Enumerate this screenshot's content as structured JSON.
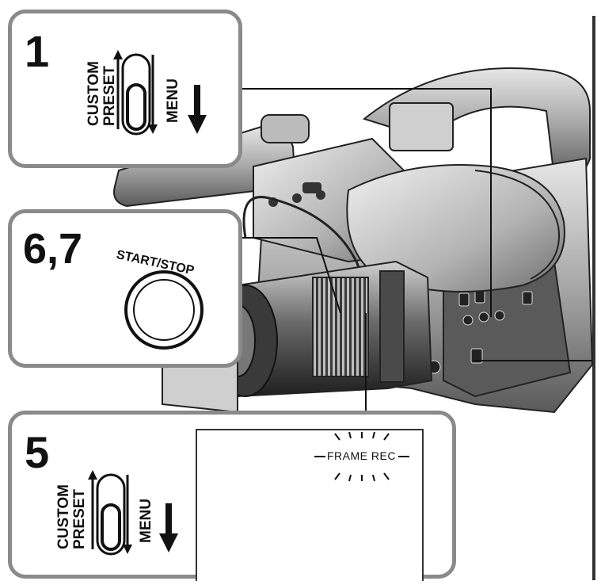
{
  "steps": {
    "step1": {
      "number": "1",
      "switch_label_top": "CUSTOM",
      "switch_label_bottom": "PRESET",
      "switch_label_right": "MENU"
    },
    "step67": {
      "number": "6,7",
      "button_label": "START/STOP"
    },
    "step5": {
      "number": "5",
      "switch_label_top": "CUSTOM",
      "switch_label_bottom": "PRESET",
      "switch_label_right": "MENU",
      "indicator": "FRAME REC"
    }
  },
  "colors": {
    "panel_border": "#8a8a8a",
    "line": "#111111",
    "camera_dark": "#2a2a2a",
    "camera_mid": "#9a9a9a",
    "camera_light": "#d6d6d6"
  },
  "icons": [
    "arrow-down-icon",
    "slide-switch-icon",
    "start-stop-button-icon",
    "blink-rays-icon"
  ]
}
